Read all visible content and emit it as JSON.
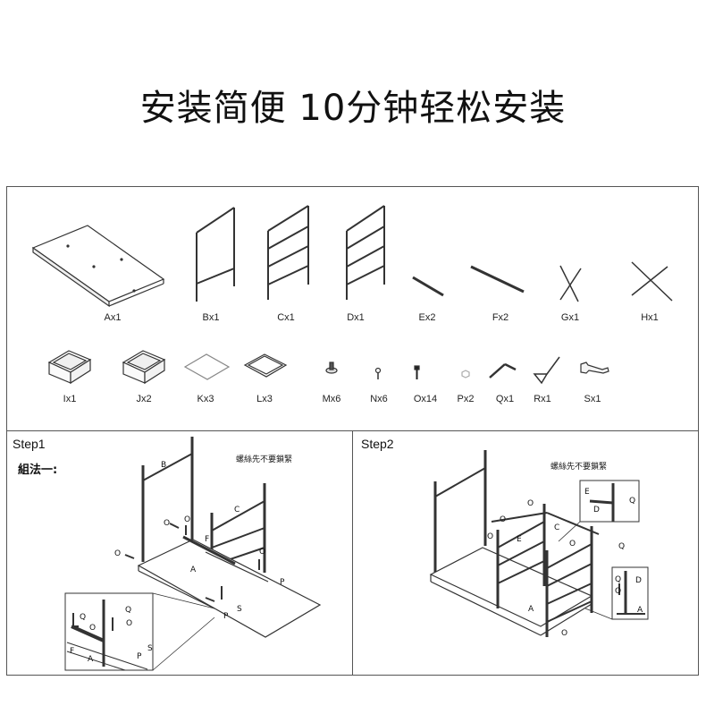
{
  "title": "安装简便 10分钟轻松安装",
  "parts": [
    {
      "label": "Ax1"
    },
    {
      "label": "Bx1"
    },
    {
      "label": "Cx1"
    },
    {
      "label": "Dx1"
    },
    {
      "label": "Ex2"
    },
    {
      "label": "Fx2"
    },
    {
      "label": "Gx1"
    },
    {
      "label": "Hx1"
    },
    {
      "label": "Ix1"
    },
    {
      "label": "Jx2"
    },
    {
      "label": "Kx3"
    },
    {
      "label": "Lx3"
    },
    {
      "label": "Mx6"
    },
    {
      "label": "Nx6"
    },
    {
      "label": "Ox14"
    },
    {
      "label": "Px2"
    },
    {
      "label": "Qx1"
    },
    {
      "label": "Rx1"
    },
    {
      "label": "Sx1"
    }
  ],
  "step1": {
    "label": "Step1",
    "method": "組法一:",
    "note": "螺絲先不要鎖緊",
    "callouts": [
      "B",
      "C",
      "F",
      "A",
      "O",
      "O",
      "O",
      "O",
      "P",
      "P",
      "S",
      "Q",
      "O",
      "Q",
      "F",
      "A",
      "P",
      "S",
      "O"
    ]
  },
  "step2": {
    "label": "Step2",
    "note": "螺絲先不要鎖緊",
    "callouts": [
      "E",
      "D",
      "Q",
      "O",
      "E",
      "C",
      "O",
      "O",
      "O",
      "A",
      "D",
      "Q",
      "O",
      "A",
      "O",
      "Q"
    ]
  }
}
